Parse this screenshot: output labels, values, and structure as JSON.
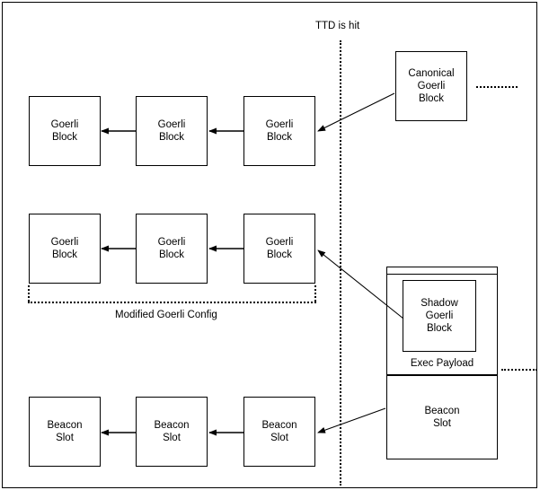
{
  "diagram": {
    "title_note": "TTD is hit",
    "config_bracket_label": "Modified Goerli Config",
    "exec_payload_label": "Exec Payload",
    "labels": {
      "goerli_block": "Goerli\nBlock",
      "canonical_goerli_block": "Canonical\nGoerli\nBlock",
      "shadow_goerli_block": "Shadow\nGoerli\nBlock",
      "beacon_slot": "Beacon\nSlot"
    },
    "rows": {
      "canonical_chain": {
        "name": "canonical-goerli-chain",
        "blocks": [
          {
            "label": "Goerli\nBlock"
          },
          {
            "label": "Goerli\nBlock"
          },
          {
            "label": "Goerli\nBlock"
          }
        ],
        "head": {
          "label": "Canonical\nGoerli\nBlock"
        }
      },
      "shadow_chain": {
        "name": "modified-goerli-chain",
        "blocks": [
          {
            "label": "Goerli\nBlock"
          },
          {
            "label": "Goerli\nBlock"
          },
          {
            "label": "Goerli\nBlock"
          }
        ],
        "bracket_label": "Modified Goerli Config"
      },
      "beacon_chain": {
        "name": "beacon-slot-chain",
        "blocks": [
          {
            "label": "Beacon\nSlot"
          },
          {
            "label": "Beacon\nSlot"
          },
          {
            "label": "Beacon\nSlot"
          }
        ],
        "head": {
          "label": "Beacon\nSlot"
        }
      }
    },
    "colors": {
      "stroke": "#000000",
      "background": "#ffffff",
      "text": "#000000"
    }
  }
}
